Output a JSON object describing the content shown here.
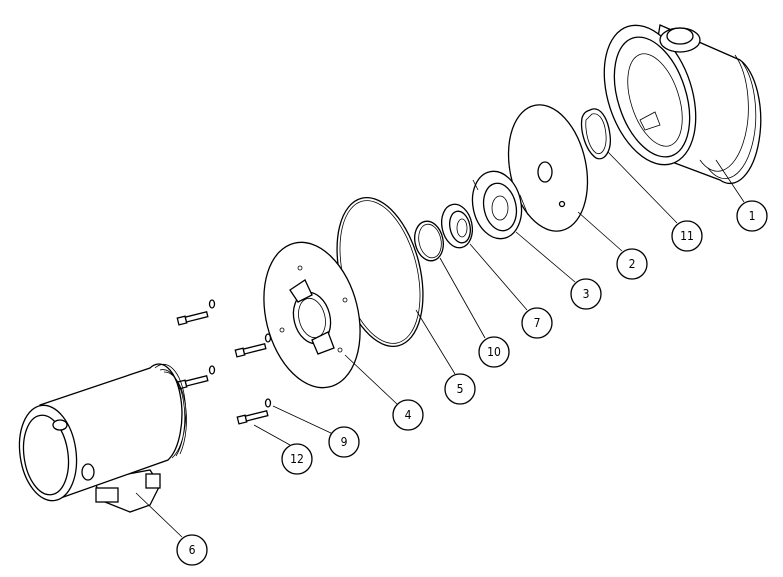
{
  "diagram": {
    "type": "exploded-view",
    "callouts": [
      {
        "id": "1",
        "label": "1"
      },
      {
        "id": "11",
        "label": "11"
      },
      {
        "id": "2",
        "label": "2"
      },
      {
        "id": "3",
        "label": "3"
      },
      {
        "id": "7",
        "label": "7"
      },
      {
        "id": "10",
        "label": "10"
      },
      {
        "id": "5",
        "label": "5"
      },
      {
        "id": "4",
        "label": "4"
      },
      {
        "id": "9",
        "label": "9"
      },
      {
        "id": "12",
        "label": "12"
      },
      {
        "id": "6",
        "label": "6"
      }
    ],
    "colors": {
      "line": "#000000",
      "background": "#ffffff"
    }
  }
}
